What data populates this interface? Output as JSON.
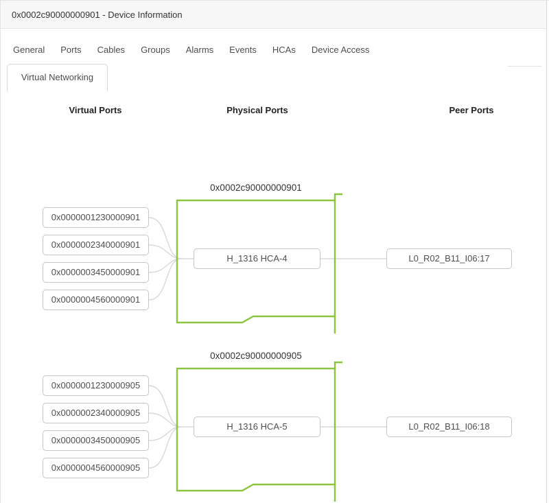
{
  "window": {
    "title": "0x0002c90000000901 - Device Information"
  },
  "tabs": {
    "items": [
      "General",
      "Ports",
      "Cables",
      "Groups",
      "Alarms",
      "Events",
      "HCAs",
      "Device Access"
    ],
    "active_tab": "Virtual Networking"
  },
  "columns": [
    "Virtual Ports",
    "Physical Ports",
    "Peer Ports"
  ],
  "diagram": {
    "groups": [
      {
        "title": "0x0002c90000000901",
        "virtual_ports": [
          "0x0000001230000901",
          "0x0000002340000901",
          "0x0000003450000901",
          "0x0000004560000901"
        ],
        "physical_port": "H_1316 HCA-4",
        "peer_port": "L0_R02_B11_I06:17"
      },
      {
        "title": "0x0002c90000000905",
        "virtual_ports": [
          "0x0000001230000905",
          "0x0000002340000905",
          "0x0000003450000905",
          "0x0000004560000905"
        ],
        "physical_port": "H_1316 HCA-5",
        "peer_port": "L0_R02_B11_I06:18"
      }
    ]
  },
  "colors": {
    "accent_green": "#8bc53f",
    "connector_gray": "#d8d8d8"
  }
}
